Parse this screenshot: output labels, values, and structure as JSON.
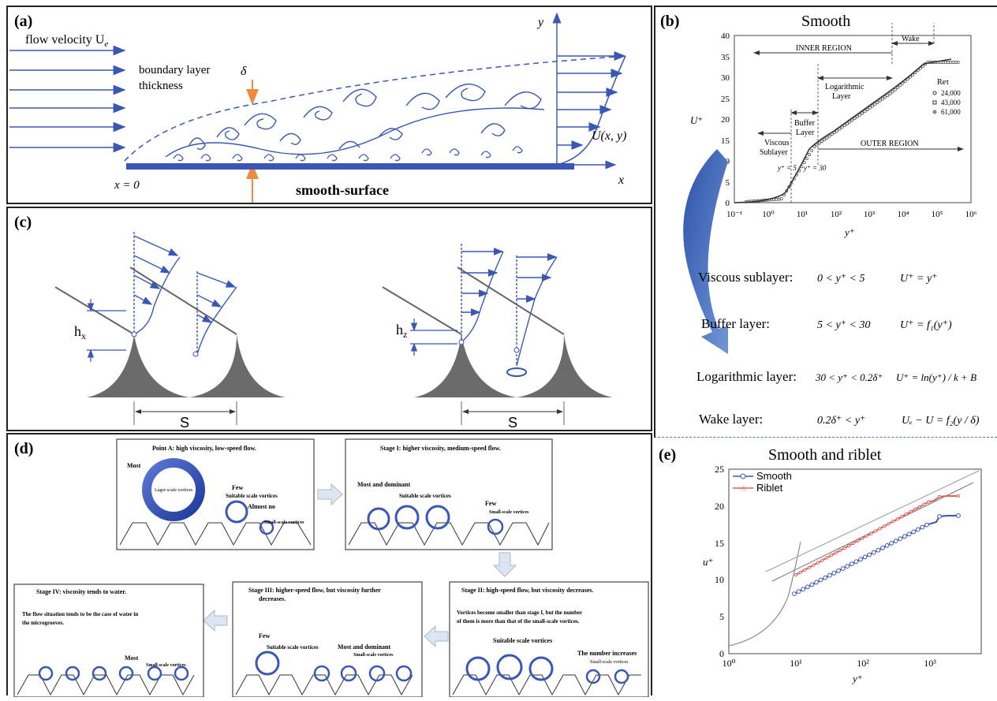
{
  "panel_a": {
    "label": "(a)",
    "flow_velocity": "flow velocity U",
    "flow_velocity_sub": "e",
    "bl_thickness_1": "boundary layer",
    "bl_thickness_2": "thickness",
    "delta": "δ",
    "y_axis": "y",
    "x_axis": "x",
    "profile": "U(x, y)",
    "origin": "x = 0",
    "surface": "smooth-surface"
  },
  "panel_b": {
    "label": "(b)",
    "title": "Smooth",
    "y_axis": "U⁺",
    "x_axis": "y⁺",
    "yticks": [
      "0",
      "5",
      "10",
      "15",
      "20",
      "25",
      "30",
      "35",
      "40"
    ],
    "xticks": [
      "10⁻¹",
      "10⁰",
      "10¹",
      "10²",
      "10³",
      "10⁴",
      "10⁵",
      "10⁶"
    ],
    "inner_region": "INNER REGION",
    "outer_region": "OUTER REGION",
    "wake": "Wake",
    "log_layer_1": "Logarithmic",
    "log_layer_2": "Layer",
    "buffer_1": "Buffer",
    "buffer_2": "Layer",
    "viscous_1": "Viscous",
    "viscous_2": "Sublayer",
    "yplus5": "y⁺ = 5",
    "yplus30": "y⁺ = 30",
    "legend_title": "Reτ",
    "legend": [
      "24,000",
      "43,000",
      "61,000"
    ],
    "equations": [
      {
        "name": "Viscous sublayer:",
        "range": "0 < y⁺ < 5",
        "eq": "U⁺ = y⁺"
      },
      {
        "name": "Buffer layer:",
        "range": "5 < y⁺ < 30",
        "eq": "U⁺ = f₁(y⁺)"
      },
      {
        "name": "Logarithmic layer:",
        "range": "30 < y⁺ < 0.2δ⁺",
        "eq": "U⁺ = ln(y⁺) / k + B"
      },
      {
        "name": "Wake layer:",
        "range": "0.2δ⁺ < y⁺",
        "eq": "Uₑ − U = f₂(y / δ)"
      }
    ]
  },
  "panel_c": {
    "label": "(c)",
    "hx": "h",
    "hx_sub": "x",
    "hz": "h",
    "hz_sub": "z",
    "spacing": "S"
  },
  "panel_d": {
    "label": "(d)",
    "pointA": {
      "title": "Point A: high viscosity, low-speed flow.",
      "most": "Most",
      "larger": "Lager-scale vortices",
      "few": "Few",
      "suitable": "Suitable scale vortices",
      "almost": "Almost no",
      "small": "Small-scale vortices"
    },
    "stage1": {
      "title": "Stage I: higher viscosity, medium-speed flow.",
      "most": "Most and dominant",
      "suitable": "Suitable scale vortices",
      "few": "Few",
      "small": "Small-scale vortices"
    },
    "stage2": {
      "title": "Stage II: high-speed flow, but viscosity decreases.",
      "desc1": "Vortices become smaller than stage I, but the number",
      "desc2": "of them is more than that of the small-scale vortices.",
      "suitable": "Suitable scale vortices",
      "increases": "The number increases",
      "small": "Small-scale vortices"
    },
    "stage3": {
      "title1": "Stage III: higher-speed flow, but viscosity further",
      "title2": "decreases.",
      "few": "Few",
      "suitable": "Suitable scale vortices",
      "most": "Most and dominant",
      "small": "Small-scale vortices"
    },
    "stage4": {
      "title": "Stage IV: viscosity tends to water.",
      "desc1": "The flow situation tends to be the case of water in",
      "desc2": "the microgrooves.",
      "most": "Most",
      "small": "Small-scale vortices"
    }
  },
  "panel_e": {
    "label": "(e)",
    "title": "Smooth and riblet",
    "y_axis": "u⁺",
    "x_axis": "y⁺",
    "yticks": [
      "0",
      "5",
      "10",
      "15",
      "20",
      "25"
    ],
    "xticks": [
      "10⁰",
      "10¹",
      "10²",
      "10³"
    ],
    "legend": [
      "Smooth",
      "Riblet"
    ]
  },
  "colors": {
    "blue": "#3a57b5",
    "orange": "#f08a3c",
    "gray": "#6b6b6b",
    "red": "#e0605f"
  }
}
